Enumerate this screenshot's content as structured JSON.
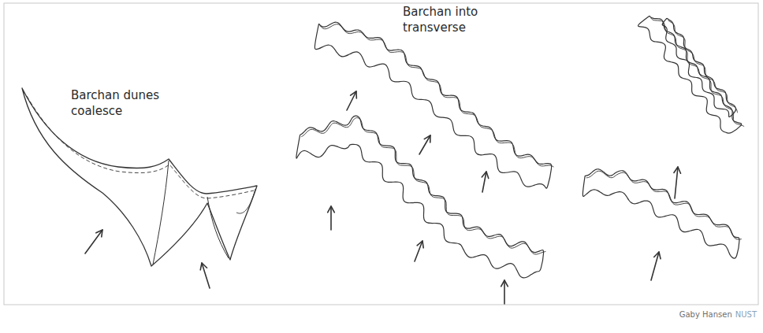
{
  "diagram": {
    "labels": [
      "Barchan dunes coalesce",
      "Barchan into transverse",
      "Gaby Hansen",
      "NUST"
    ]
  }
}
